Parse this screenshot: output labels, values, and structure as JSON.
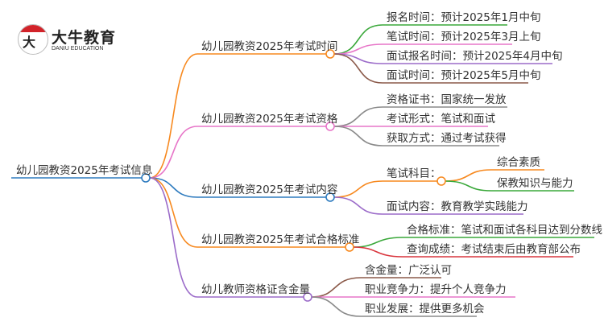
{
  "logo": {
    "badge_glyph": "大牛",
    "name": "大牛教育",
    "subtitle": "DANIU EDUCATION"
  },
  "colors": {
    "blue": "#2e7bbf",
    "orange": "#f7891f",
    "pink": "#e776c8",
    "purple": "#9b6bc9",
    "green": "#3aa83a",
    "brown": "#8b5a4a",
    "gray": "#8a8a8a",
    "red": "#d9363e"
  },
  "root": "幼儿园教资2025年考试信息",
  "branches": [
    {
      "label": "幼儿园教资2025年考试时间",
      "children": [
        "报名时间：预计2025年1月中旬",
        "笔试时间：预计2025年3月上旬",
        "面试报名时间：预计2025年4月中旬",
        "面试时间：预计2025年5月中旬"
      ]
    },
    {
      "label": "幼儿园教资2025年考试资格",
      "children": [
        "资格证书：国家统一发放",
        "考试形式：笔试和面试",
        "获取方式：通过考试获得"
      ]
    },
    {
      "label": "幼儿园教资2025年考试内容",
      "children": [
        {
          "label": "笔试科目：",
          "children": [
            "综合素质",
            "保教知识与能力"
          ]
        },
        "面试内容：教育教学实践能力"
      ]
    },
    {
      "label": "幼儿园教资2025年考试合格标准",
      "children": [
        "合格标准：笔试和面试各科目达到分数线",
        "查询成绩：考试结束后由教育部公布"
      ]
    },
    {
      "label": "幼儿教师资格证含金量",
      "children": [
        "含金量：广泛认可",
        "职业竞争力：提升个人竞争力",
        "职业发展：提供更多机会"
      ]
    }
  ]
}
